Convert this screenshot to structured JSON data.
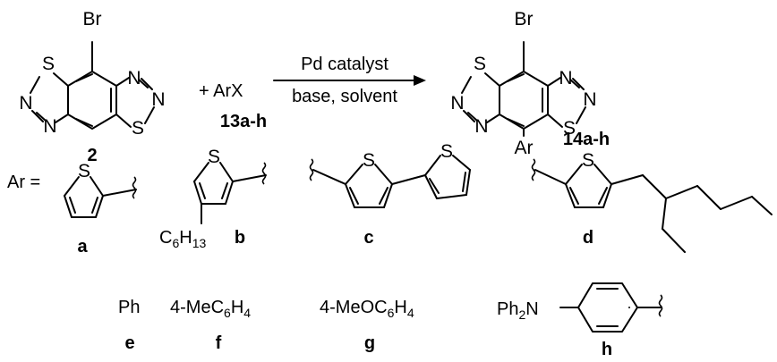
{
  "reaction": {
    "reactant_label": "2",
    "reagent_plus": "+ ",
    "reagent": "ArX",
    "reagent_label": "13a-h",
    "arrow_top": "Pd catalyst",
    "arrow_bottom": "base, solvent",
    "product_label": "14a-h",
    "product_ar": "Ar"
  },
  "atoms": {
    "br": "Br",
    "s": "S",
    "n": "N"
  },
  "ar_prefix": "Ar =",
  "hexyl": {
    "c": "C",
    "c_sub": "6",
    "h": "H",
    "h_sub": "13"
  },
  "substituents": [
    {
      "letter": "a"
    },
    {
      "letter": "b"
    },
    {
      "letter": "c"
    },
    {
      "letter": "d"
    },
    {
      "letter": "e",
      "text": "Ph"
    },
    {
      "letter": "f",
      "text_a": "4-MeC",
      "sub1": "6",
      "text_b": "H",
      "sub2": "4"
    },
    {
      "letter": "g",
      "text_a": "4-MeOC",
      "sub1": "6",
      "text_b": "H",
      "sub2": "4"
    },
    {
      "letter": "h",
      "ph_a": "Ph",
      "ph_sub": "2",
      "ph_b": "N"
    }
  ]
}
